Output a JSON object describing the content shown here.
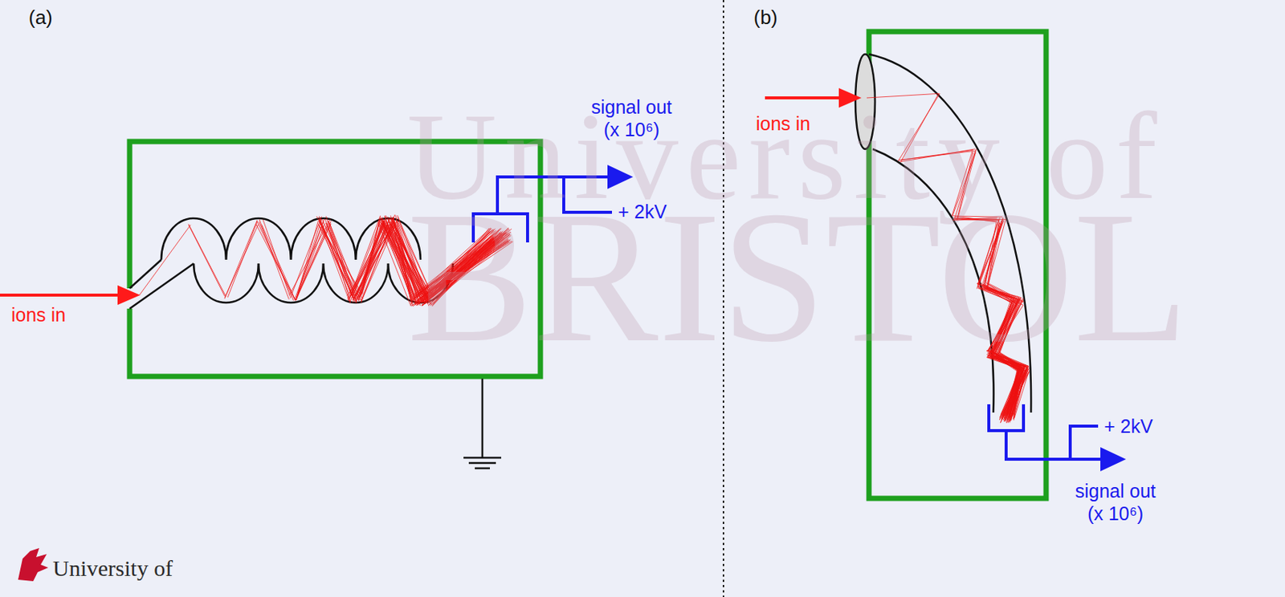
{
  "diagram": {
    "labels": [
      "University of",
      "BRISTOL",
      "(a)",
      "(b)",
      "signal out (x 10⁶)",
      "+ 2kV",
      "ions in",
      "ions in",
      "+ 2kV",
      "signal out (x 10⁶)",
      "University of"
    ]
  }
}
